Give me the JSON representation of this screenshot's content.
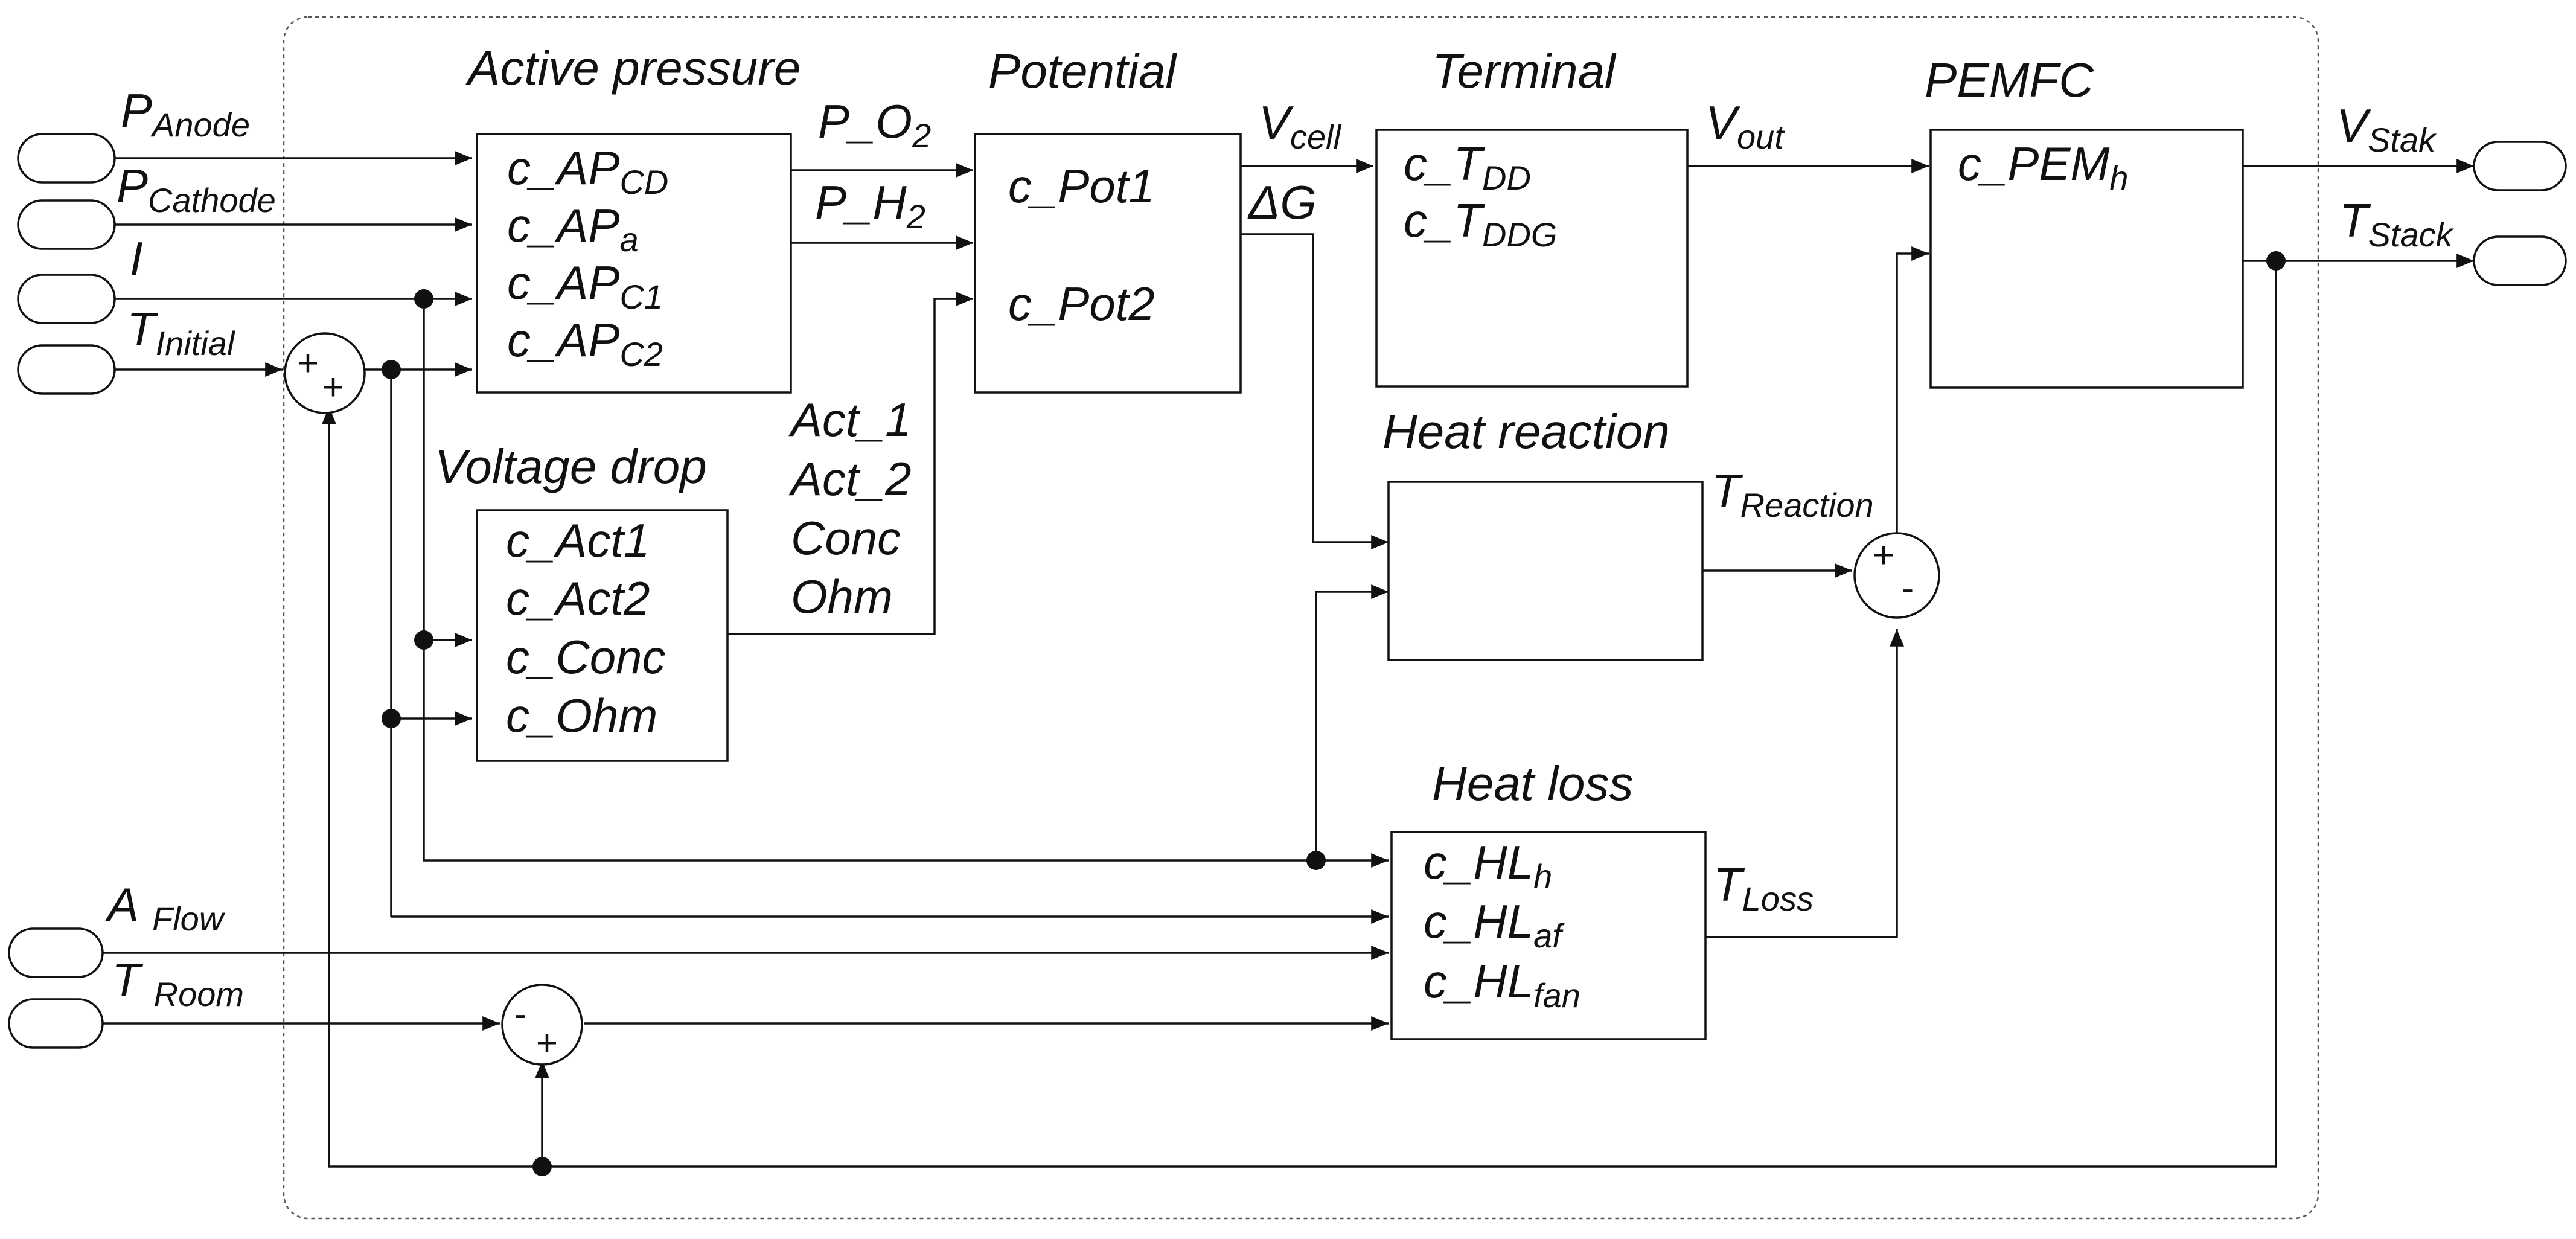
{
  "blocks": {
    "active_pressure": {
      "title": "Active pressure",
      "params": [
        {
          "base": "c_AP",
          "sub": "CD"
        },
        {
          "base": "c_AP",
          "sub": "a"
        },
        {
          "base": "c_AP",
          "sub": "C1"
        },
        {
          "base": "c_AP",
          "sub": "C2"
        }
      ]
    },
    "potential": {
      "title": "Potential",
      "params": [
        "c_Pot1",
        "c_Pot2"
      ]
    },
    "terminal": {
      "title": "Terminal",
      "params": [
        {
          "base": "c_T",
          "sub": "DD"
        },
        {
          "base": "c_T",
          "sub": "DDG"
        }
      ]
    },
    "pemfc": {
      "title": "PEMFC",
      "params": [
        {
          "base": "c_PEM",
          "sub": "h"
        }
      ]
    },
    "voltage_drop": {
      "title": "Voltage drop",
      "params": [
        "c_Act1",
        "c_Act2",
        "c_Conc",
        "c_Ohm"
      ]
    },
    "heat_reaction": {
      "title": "Heat reaction"
    },
    "heat_loss": {
      "title": "Heat loss",
      "params": [
        {
          "base": "c_HL",
          "sub": "h"
        },
        {
          "base": "c_HL",
          "sub": "af"
        },
        {
          "base": "c_HL",
          "sub": "fan"
        }
      ]
    }
  },
  "inputs": {
    "p_anode": {
      "base": "P",
      "sub": "Anode"
    },
    "p_cathode": {
      "base": "P",
      "sub": "Cathode"
    },
    "current": {
      "base": "I",
      "sub": ""
    },
    "t_initial": {
      "base": "T",
      "sub": "Initial"
    },
    "a_flow": {
      "base": "A",
      "sub": "Flow"
    },
    "t_room": {
      "base": "T",
      "sub": "Room"
    }
  },
  "outputs": {
    "v_stak": {
      "base": "V",
      "sub": "Stak"
    },
    "t_stack": {
      "base": "T",
      "sub": "Stack"
    }
  },
  "signals": {
    "p_o2": {
      "base": "P_O",
      "sub": "2"
    },
    "p_h2": {
      "base": "P_H",
      "sub": "2"
    },
    "v_cell": {
      "base": "V",
      "sub": "cell"
    },
    "delta_g": "ΔG",
    "v_out": {
      "base": "V",
      "sub": "out"
    },
    "t_reaction": {
      "base": "T",
      "sub": "Reaction"
    },
    "t_loss": {
      "base": "T",
      "sub": "Loss"
    },
    "voltage_drop_outputs": [
      "Act_1",
      "Act_2",
      "Conc",
      "Ohm"
    ]
  },
  "summers": {
    "initial": {
      "top": "+",
      "bottom": "+"
    },
    "room": {
      "top": "-",
      "bottom": "+"
    },
    "heat": {
      "top": "+",
      "bottom": "-"
    }
  },
  "colors": {
    "line": "#111111",
    "frame": "#555555",
    "background": "#ffffff"
  }
}
